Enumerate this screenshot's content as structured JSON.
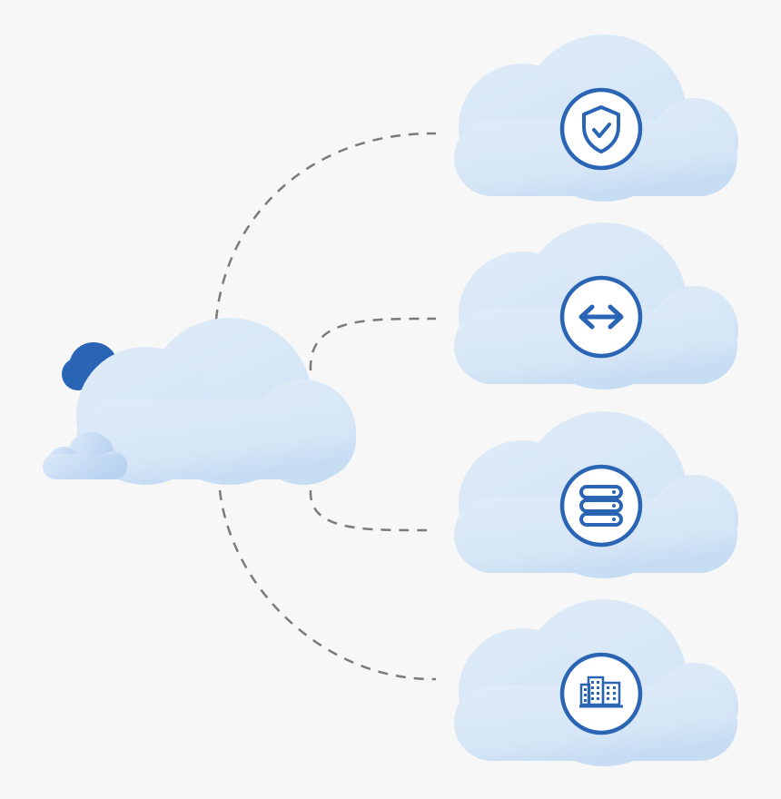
{
  "background_color": "#f7f7f7",
  "colors": {
    "cloud_light": "#d8e7f6",
    "cloud_shade": "#c3d9f2",
    "icon_blue": "#2a64b4",
    "accent_cloud": "#2a64b4",
    "connector": "#7a7a7a",
    "icon_fill": "#ffffff"
  },
  "diagram": {
    "hub": {
      "name": "central-cloud",
      "accent": "small-blue-cloud"
    },
    "nodes": [
      {
        "id": "security",
        "icon": "shield-check-icon"
      },
      {
        "id": "transfer",
        "icon": "double-arrow-icon"
      },
      {
        "id": "storage",
        "icon": "server-stack-icon"
      },
      {
        "id": "datacenter",
        "icon": "building-icon"
      }
    ],
    "edges": [
      {
        "from": "central-cloud",
        "to": "security",
        "style": "dashed"
      },
      {
        "from": "central-cloud",
        "to": "transfer",
        "style": "dashed"
      },
      {
        "from": "central-cloud",
        "to": "storage",
        "style": "dashed"
      },
      {
        "from": "central-cloud",
        "to": "datacenter",
        "style": "dashed"
      }
    ]
  }
}
